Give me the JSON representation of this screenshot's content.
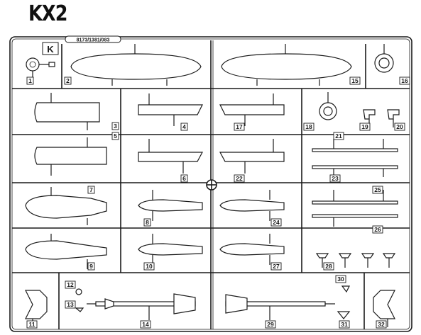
{
  "title": "KX2",
  "frame_letter": "K",
  "part_code": "8173/1381/083",
  "part_numbers": [
    "1",
    "2",
    "3",
    "4",
    "5",
    "6",
    "7",
    "8",
    "9",
    "10",
    "11",
    "12",
    "13",
    "14",
    "15",
    "16",
    "17",
    "18",
    "19",
    "20",
    "21",
    "22",
    "23",
    "24",
    "25",
    "26",
    "27",
    "28",
    "29",
    "30",
    "31",
    "32"
  ],
  "colors": {
    "line": "#1a1a1a",
    "label_bg": "#ffffff",
    "page": "#ffffff"
  }
}
